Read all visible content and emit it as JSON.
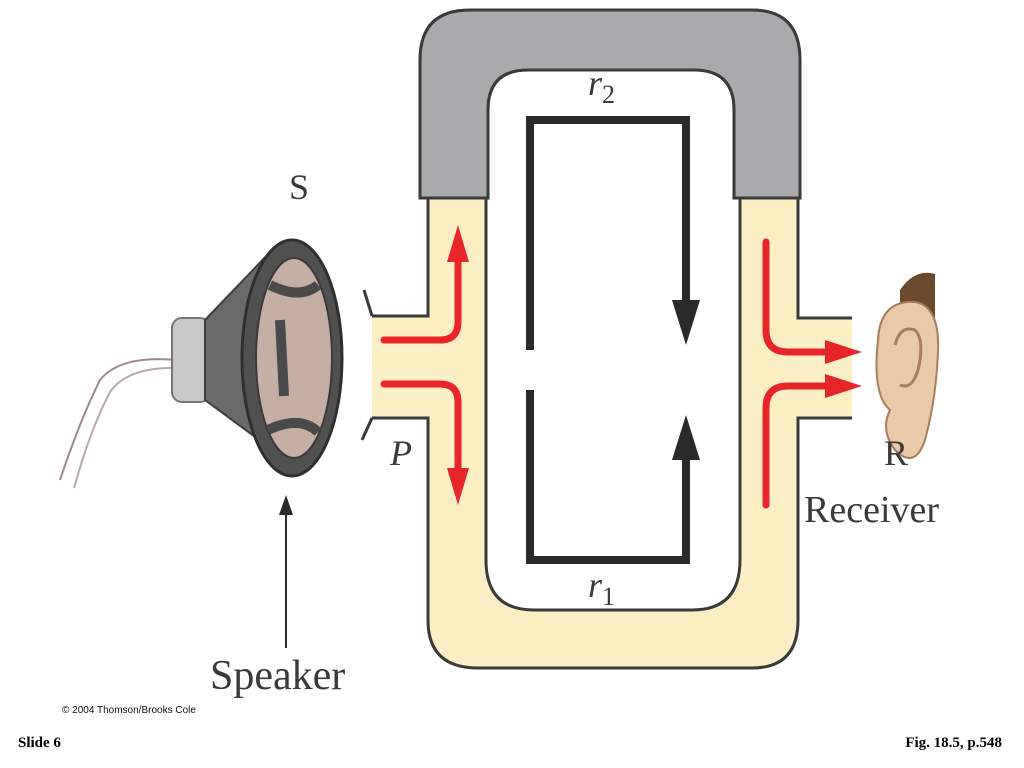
{
  "labels": {
    "source": "S",
    "point": "P",
    "path_top": "r",
    "path_top_sub": "2",
    "path_bottom": "r",
    "path_bottom_sub": "1",
    "receiver_letter": "R",
    "receiver": "Receiver",
    "speaker": "Speaker"
  },
  "footer": {
    "copyright": "© 2004 Thomson/Brooks Cole",
    "slide": "Slide 6",
    "figure": "Fig. 18.5, p.548"
  },
  "colors": {
    "tube_fill": "#fbeec2",
    "slide_tube": "#a9aaab",
    "outline": "#3a3a3a",
    "arrow_red": "#e8262a",
    "path_black": "#2a2a2a"
  }
}
